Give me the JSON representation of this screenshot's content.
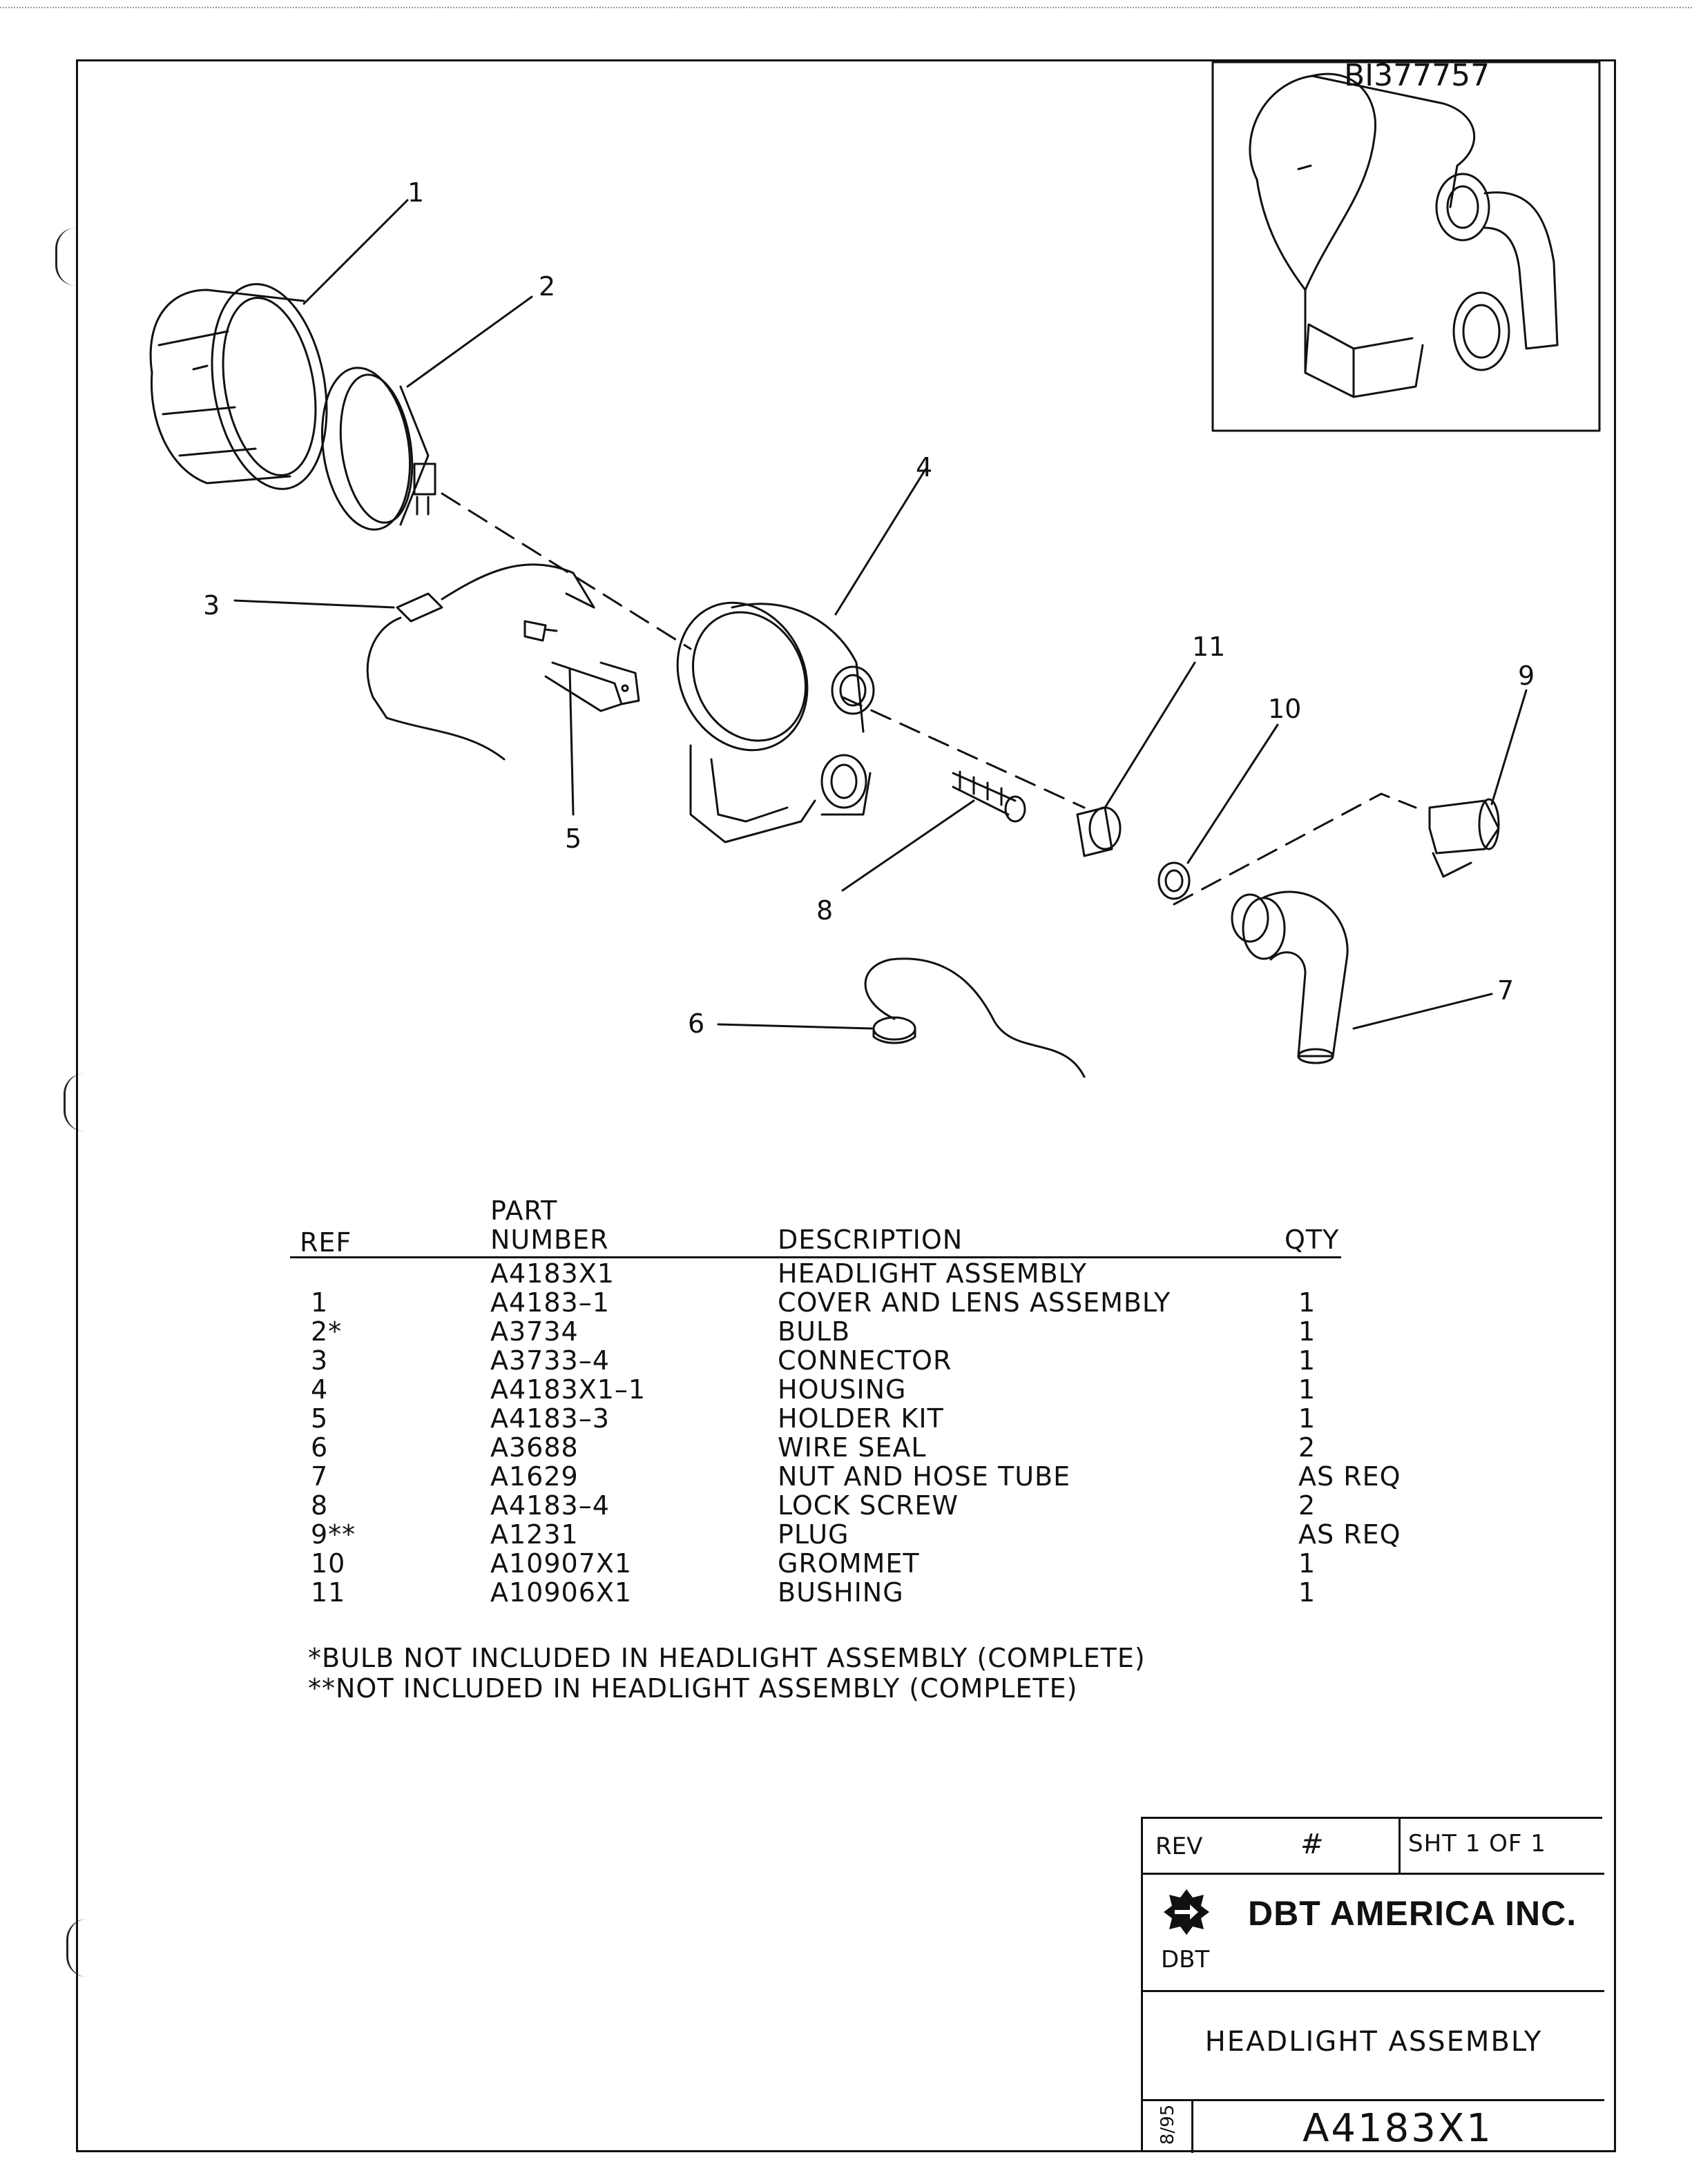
{
  "callouts": {
    "c1": "1",
    "c2": "2",
    "c3": "3",
    "c4": "4",
    "c5": "5",
    "c6": "6",
    "c7": "7",
    "c8": "8",
    "c9": "9",
    "c10": "10",
    "c11": "11"
  },
  "inset_label": "BI377757",
  "table": {
    "header": {
      "ref": "REF",
      "part_line1": "PART",
      "part_line2": "NUMBER",
      "description": "DESCRIPTION",
      "qty": "QTY"
    },
    "rows": [
      {
        "ref": "",
        "part": "A4183X1",
        "desc": "HEADLIGHT  ASSEMBLY",
        "qty": ""
      },
      {
        "ref": "1",
        "part": "A4183–1",
        "desc": "COVER  AND  LENS  ASSEMBLY",
        "qty": "1"
      },
      {
        "ref": "2*",
        "part": "A3734",
        "desc": "BULB",
        "qty": "1"
      },
      {
        "ref": "3",
        "part": "A3733–4",
        "desc": "CONNECTOR",
        "qty": "1"
      },
      {
        "ref": "4",
        "part": "A4183X1–1",
        "desc": "HOUSING",
        "qty": "1"
      },
      {
        "ref": "5",
        "part": "A4183–3",
        "desc": "HOLDER  KIT",
        "qty": "1"
      },
      {
        "ref": "6",
        "part": "A3688",
        "desc": "WIRE  SEAL",
        "qty": "2"
      },
      {
        "ref": "7",
        "part": "A1629",
        "desc": "NUT  AND  HOSE  TUBE",
        "qty": "AS  REQ"
      },
      {
        "ref": "8",
        "part": "A4183–4",
        "desc": "LOCK  SCREW",
        "qty": "2"
      },
      {
        "ref": "9**",
        "part": "A1231",
        "desc": "PLUG",
        "qty": "AS  REQ"
      },
      {
        "ref": "10",
        "part": "A10907X1",
        "desc": "GROMMET",
        "qty": "1"
      },
      {
        "ref": "11",
        "part": "A10906X1",
        "desc": "BUSHING",
        "qty": "1"
      }
    ]
  },
  "notes": [
    "*BULB  NOT  INCLUDED  IN  HEADLIGHT  ASSEMBLY  (COMPLETE)",
    "**NOT  INCLUDED  IN  HEADLIGHT  ASSEMBLY  (COMPLETE)"
  ],
  "title_block": {
    "rev_label": "REV",
    "rev_value": "#",
    "sheet": "SHT  1    OF  1",
    "company": "DBT AMERICA INC.",
    "logo_label": "DBT",
    "title": "HEADLIGHT  ASSEMBLY",
    "date": "8/95",
    "drawing_number": "A4183X1"
  }
}
